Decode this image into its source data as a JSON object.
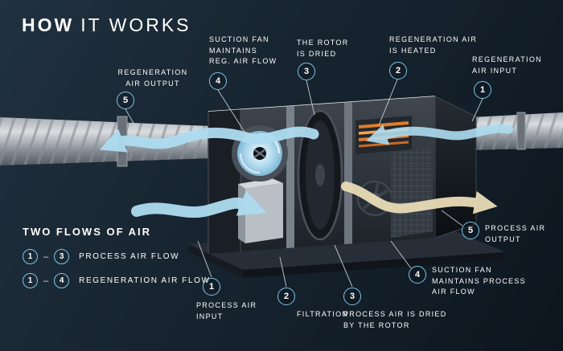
{
  "title": {
    "strong": "HOW",
    "rest": "IT WORKS"
  },
  "colors": {
    "background": "#17242f",
    "accent_blue": "#7ec8e6",
    "text": "#ffffff",
    "airflow_blue": "#aedcf0",
    "heater_orange": "#e07c2a",
    "process_output_beige": "#e9dcb6"
  },
  "callouts": {
    "reg_air_output": {
      "number": "5",
      "label": "REGENERATION\nAIR OUTPUT"
    },
    "suction_fan_reg": {
      "number": "4",
      "label": "SUCTION FAN\nMAINTAINS\nREG. AIR FLOW"
    },
    "rotor_dried": {
      "number": "3",
      "label": "THE ROTOR\nIS DRIED"
    },
    "reg_air_heated": {
      "number": "2",
      "label": "REGENERATION AIR\nIS HEATED"
    },
    "reg_air_input": {
      "number": "1",
      "label": "REGENERATION\nAIR INPUT"
    },
    "process_air_output": {
      "number": "5",
      "label": "PROCESS AIR\nOUTPUT"
    },
    "suction_fan_process": {
      "number": "4",
      "label": "SUCTION FAN\nMAINTAINS PROCESS\nAIR FLOW"
    },
    "process_air_dried": {
      "number": "3",
      "label": "PROCESS AIR IS DRIED\nBY THE ROTOR"
    },
    "filtration": {
      "number": "2",
      "label": "FILTRATION"
    },
    "process_air_input": {
      "number": "1",
      "label": "PROCESS AIR\nINPUT"
    }
  },
  "legend": {
    "title": "TWO FLOWS OF AIR",
    "items": [
      {
        "from": "1",
        "separator": "–",
        "to": "3",
        "label": "PROCESS AIR FLOW"
      },
      {
        "from": "1",
        "separator": "–",
        "to": "4",
        "label": "REGENERATION AIR FLOW"
      }
    ]
  }
}
